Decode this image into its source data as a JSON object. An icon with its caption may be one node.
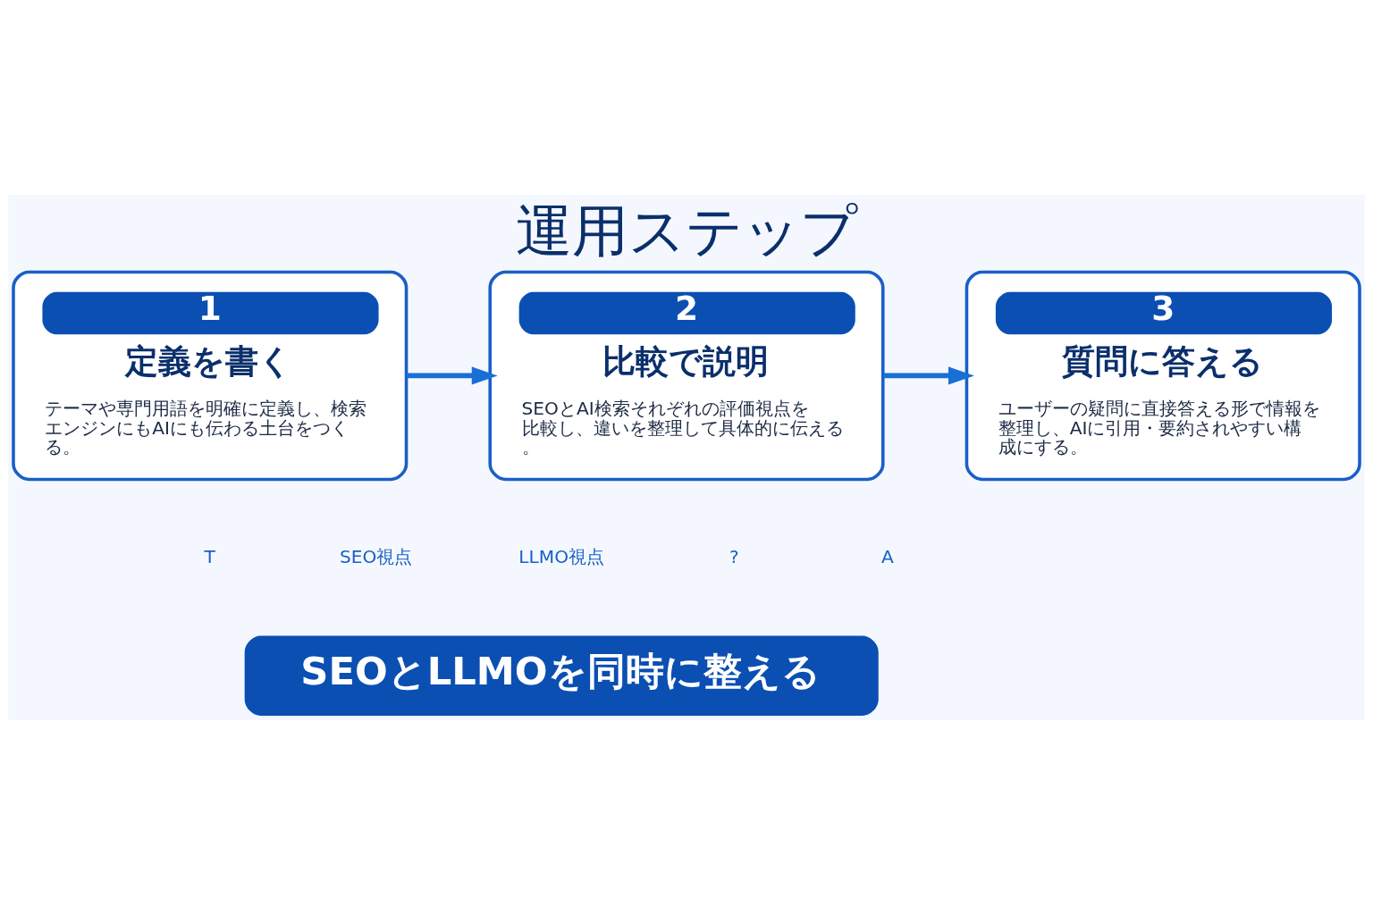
{
  "diagram": {
    "title": "運用ステップ",
    "nodes": [
      {
        "text": [
          "1",
          "定義を書く",
          "テーマや専門用語を明確に定義し、検索エンジンにもAIにも伝わる土台をつくる。"
        ]
      },
      {
        "text": [
          "2",
          "比較で説明",
          "SEOとAI検索それぞれの評価視点を比較し、違いを整理して具体的に伝える。"
        ]
      },
      {
        "text": [
          "3",
          "質問に答える",
          "ユーザーの疑問に直接答える形で情報を整理し、AIに引用・要約されやすい構成にする。"
        ]
      },
      {
        "text": [
          "SEOとLLMOを同時に整える"
        ]
      }
    ],
    "edges": [
      {
        "from": 0,
        "to": 1,
        "arrow": "to"
      },
      {
        "from": 1,
        "to": 2,
        "arrow": "to"
      }
    ],
    "labels": [
      "T",
      "SEO視点",
      "LLMO視点",
      "?",
      "A"
    ]
  }
}
